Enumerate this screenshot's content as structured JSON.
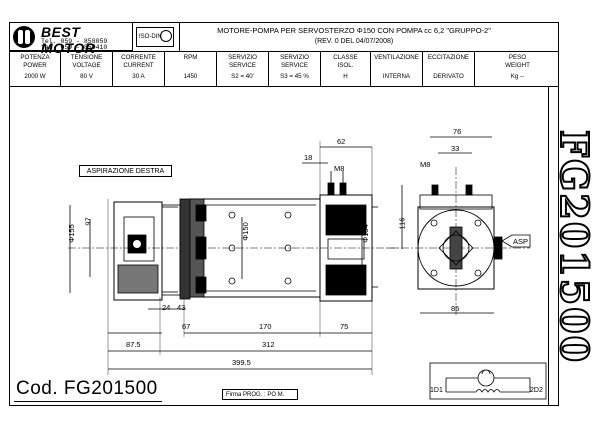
{
  "header": {
    "brand": "BEST MOTOR",
    "tel": "Tel. 059 - 858059",
    "fax": "fax. 059 - 850410",
    "iso_label": "ISO-DIN",
    "title_line1": "MOTORE-POMPA PER SERVOSTERZO Φ150 CON POMPA cc 6,2 \"GRUPPO-2\"",
    "title_line2": "(REV. 0 DEL 04/07/2008)"
  },
  "specs": [
    {
      "header": "POTENZA\nPOWER",
      "value": "2000 W"
    },
    {
      "header": "TENSIONE\nVOLTAGE",
      "value": "80 V"
    },
    {
      "header": "CORRENTE\nCURRENT",
      "value": "30 A"
    },
    {
      "header": "RPM",
      "value": "1450"
    },
    {
      "header": "SERVIZIO\nSERVICE",
      "value": "S2 = 40'"
    },
    {
      "header": "SERVIZIO\nSERVICE",
      "value": "S3 = 45 %"
    },
    {
      "header": "CLASSE\nISOL.",
      "value": "H"
    },
    {
      "header": "VENTILAZIONE",
      "value": "INTERNA"
    },
    {
      "header": "ECCITAZIONE",
      "value": "DERIVATO"
    },
    {
      "header": "PESO\nWEIGHT",
      "value": "Kg --"
    }
  ],
  "drawing": {
    "aspiration_label": "ASPIRAZIONE DESTRA",
    "asp_tag": "ASP",
    "dims_side": {
      "d155": "Φ155",
      "d97": "97",
      "d150": "Φ150",
      "d154": "Φ154",
      "d62": "62",
      "d18": "18",
      "m8": "M8",
      "d24": "24",
      "d43": "43",
      "d67": "67",
      "d170": "170",
      "d75": "75",
      "d87_5": "87.5",
      "d312": "312",
      "d399_5": "399.5"
    },
    "dims_front": {
      "d76": "76",
      "d33": "33",
      "m8": "M8",
      "d116": "116",
      "d85": "85"
    },
    "wiring": {
      "t1": "1D1",
      "t2": "2D2"
    }
  },
  "footer": {
    "code": "Cod. FG201500",
    "firma": "Firma PROG. : PO M.",
    "vertical_code": "FG201500"
  }
}
